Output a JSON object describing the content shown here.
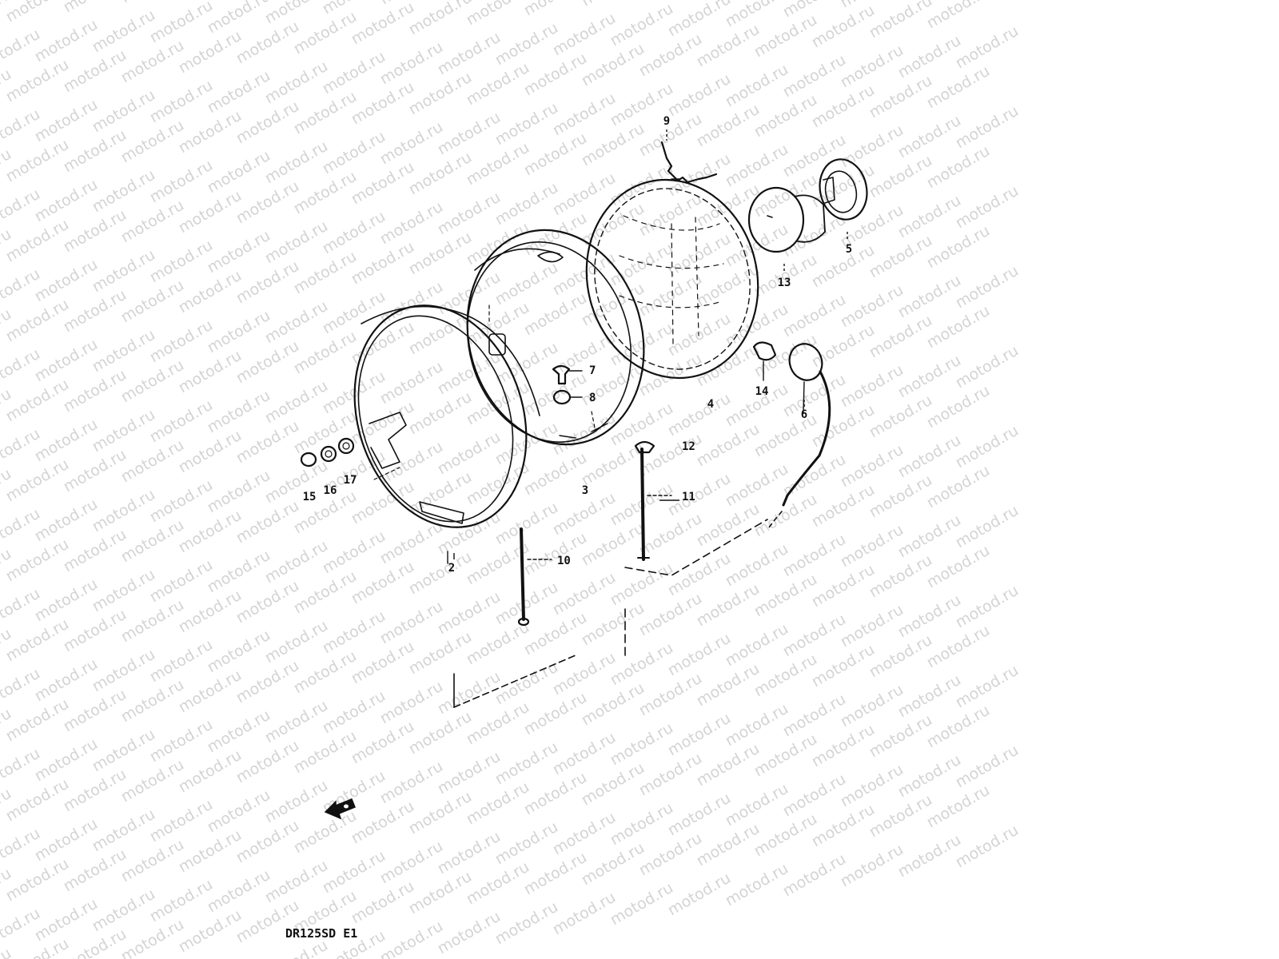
{
  "watermark": {
    "text": "motod.ru"
  },
  "diagram": {
    "code": "DR125SD E1",
    "parts": [
      {
        "number": "2",
        "name": "headlight-rim"
      },
      {
        "number": "3",
        "name": "headlight-housing"
      },
      {
        "number": "4",
        "name": "headlight-lens-unit"
      },
      {
        "number": "5",
        "name": "bulb-socket"
      },
      {
        "number": "6",
        "name": "position-lamp-socket"
      },
      {
        "number": "7",
        "name": "adjust-screw"
      },
      {
        "number": "8",
        "name": "washer"
      },
      {
        "number": "9",
        "name": "spring"
      },
      {
        "number": "10",
        "name": "bolt"
      },
      {
        "number": "11",
        "name": "bolt"
      },
      {
        "number": "12",
        "name": "nut"
      },
      {
        "number": "13",
        "name": "headlight-bulb"
      },
      {
        "number": "14",
        "name": "position-bulb"
      },
      {
        "number": "15",
        "name": "screw"
      },
      {
        "number": "16",
        "name": "washer"
      },
      {
        "number": "17",
        "name": "washer"
      }
    ]
  },
  "colors": {
    "line": "#111111",
    "watermark": "#d4d4d4",
    "background": "#ffffff"
  },
  "icons": {
    "front-direction": "arrow-left-icon"
  }
}
